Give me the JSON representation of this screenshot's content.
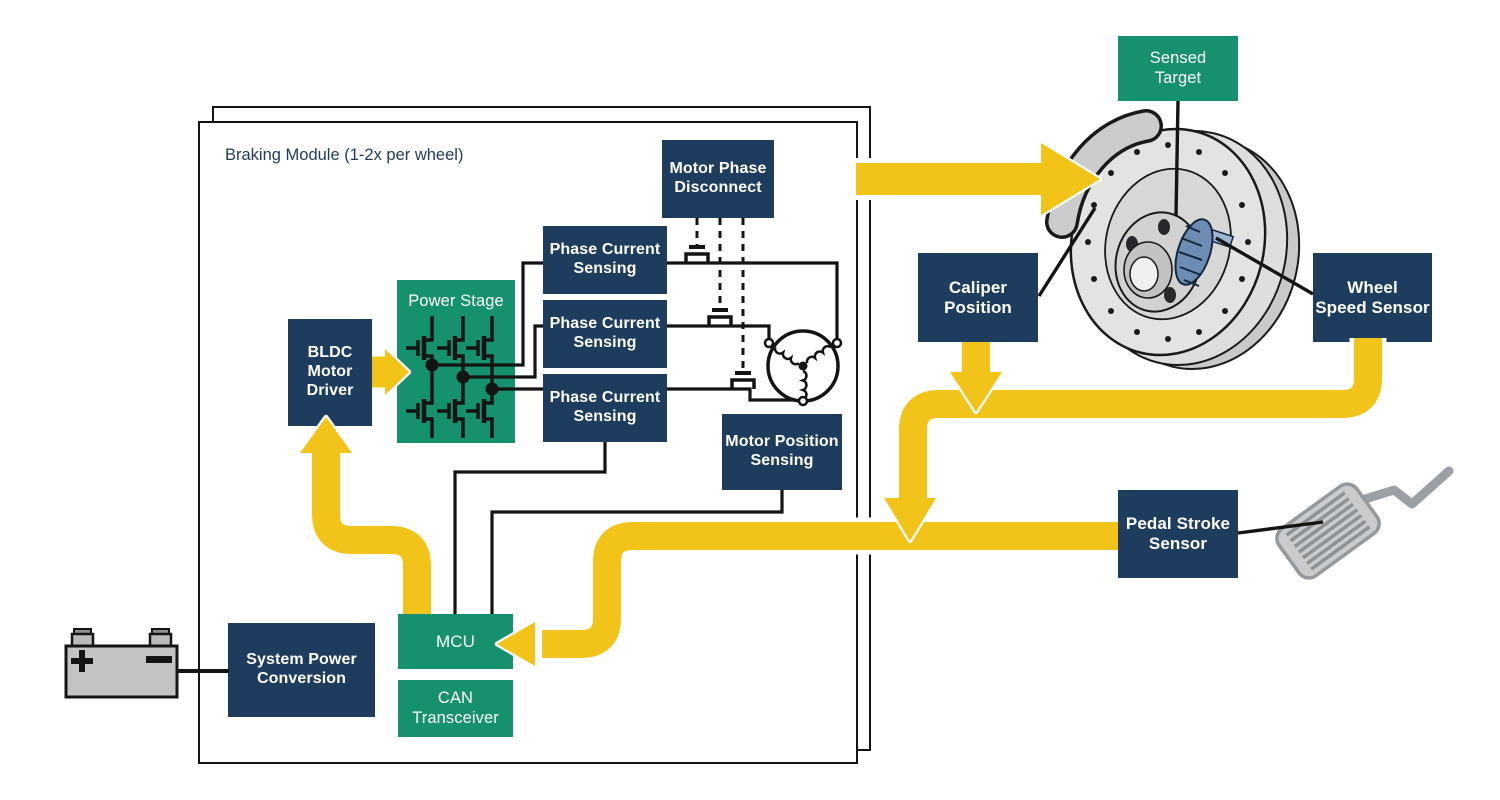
{
  "diagram": {
    "module_label": "Braking Module (1-2x per wheel)",
    "colors": {
      "navy": "#1E3C5E",
      "green": "#16916F",
      "yellow": "#F2C319",
      "wire": "#141414",
      "white": "#FFFFFF"
    },
    "blocks": [
      {
        "id": "bldc",
        "label": "BLDC\nMotor\nDriver",
        "style": "navy"
      },
      {
        "id": "power_stage",
        "label": "Power Stage",
        "style": "green"
      },
      {
        "id": "pcs1",
        "label": "Phase Current\nSensing",
        "style": "navy"
      },
      {
        "id": "pcs2",
        "label": "Phase Current\nSensing",
        "style": "navy"
      },
      {
        "id": "pcs3",
        "label": "Phase Current\nSensing",
        "style": "navy"
      },
      {
        "id": "mpd",
        "label": "Motor Phase\nDisconnect",
        "style": "navy"
      },
      {
        "id": "mps",
        "label": "Motor Position\nSensing",
        "style": "navy"
      },
      {
        "id": "mcu",
        "label": "MCU",
        "style": "green"
      },
      {
        "id": "can",
        "label": "CAN\nTransceiver",
        "style": "green"
      },
      {
        "id": "spc",
        "label": "System Power\nConversion",
        "style": "navy"
      },
      {
        "id": "sensed_target",
        "label": "Sensed\nTarget",
        "style": "green"
      },
      {
        "id": "caliper_position",
        "label": "Caliper\nPosition",
        "style": "navy"
      },
      {
        "id": "wheel_speed",
        "label": "Wheel\nSpeed Sensor",
        "style": "navy"
      },
      {
        "id": "pedal_stroke",
        "label": "Pedal Stroke\nSensor",
        "style": "navy"
      }
    ],
    "illustrations": [
      {
        "id": "battery",
        "name": "vehicle battery"
      },
      {
        "id": "brake_disc",
        "name": "brake disc with caliper and sensed-target tone ring"
      },
      {
        "id": "brake_pedal",
        "name": "brake pedal"
      }
    ],
    "arrows": [
      {
        "from": "Braking Module",
        "to": "Brake caliper"
      },
      {
        "from": "Caliper Position",
        "to": "sensor signal bus"
      },
      {
        "from": "Wheel Speed Sensor",
        "to": "sensor signal bus"
      },
      {
        "from": "Pedal Stroke Sensor",
        "to": "MCU"
      },
      {
        "from": "MCU",
        "to": "BLDC Motor Driver"
      },
      {
        "from": "BLDC Motor Driver",
        "to": "Power Stage"
      }
    ]
  }
}
